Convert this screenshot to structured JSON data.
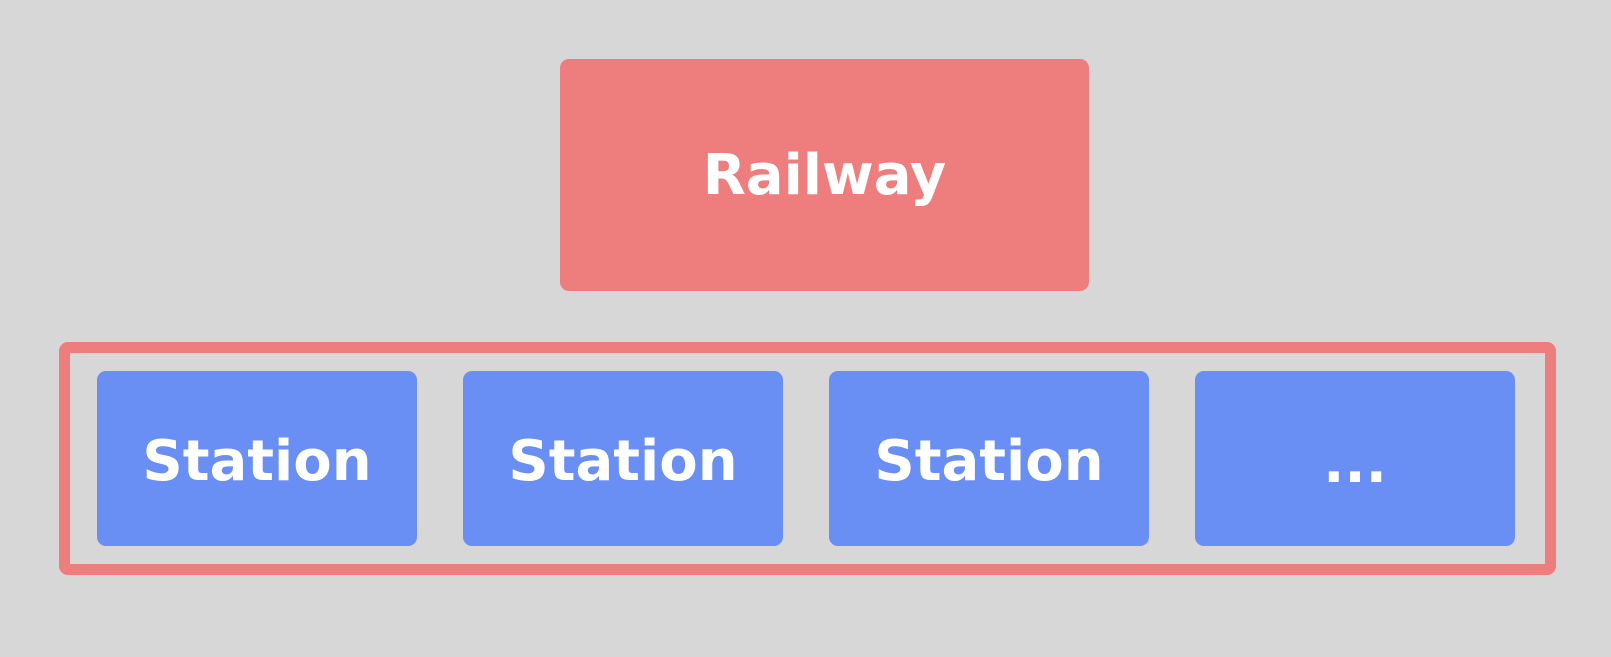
{
  "root": {
    "label": "Railway",
    "color": "#ee7d7d"
  },
  "children": {
    "frame_color": "#ee7d7d",
    "node_color": "#698ef4",
    "items": [
      {
        "label": "Station"
      },
      {
        "label": "Station"
      },
      {
        "label": "Station"
      },
      {
        "label": "..."
      }
    ]
  },
  "background": "#d8d7d8"
}
